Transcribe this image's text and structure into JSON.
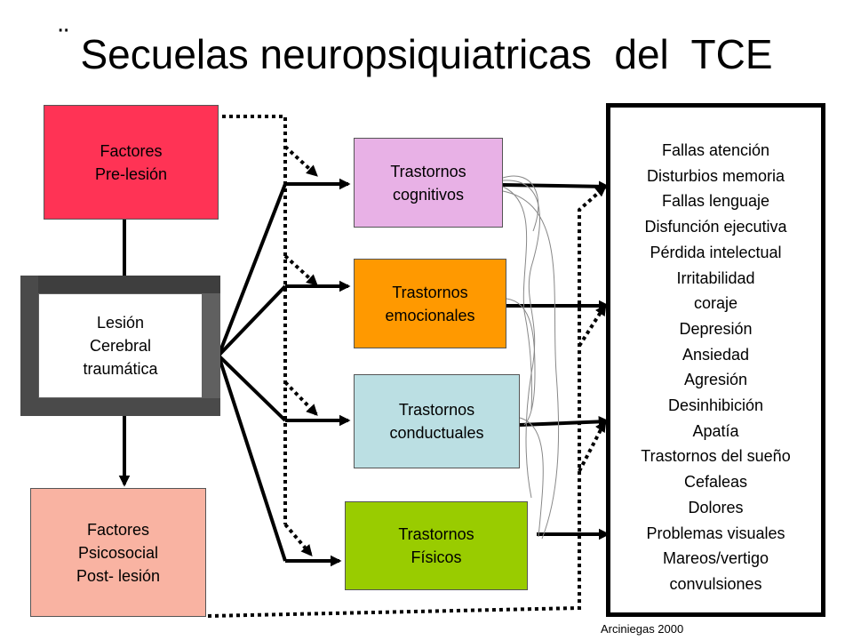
{
  "title": "Secuelas neuropsiquiatricas  del  TCE",
  "title_mark": "¨",
  "boxes": {
    "pre_lesion": "Factores\nPre-lesión",
    "lesion": "Lesión\nCerebral\ntraumática",
    "post_lesion": "Factores\nPsicosocial\nPost- lesión",
    "cognitive": "Trastornos\ncognitivos",
    "emotional": "Trastornos\nemocionales",
    "behavioral": "Trastornos\nconductuales",
    "physical": "Trastornos\nFísicos"
  },
  "symptoms": [
    "Fallas atención",
    "Disturbios memoria",
    "Fallas lenguaje",
    "Disfunción ejecutiva",
    "Pérdida intelectual",
    "Irritabilidad",
    "coraje",
    "Depresión",
    "Ansiedad",
    "Agresión",
    "Desinhibición",
    "Apatía",
    "Trastornos del sueño",
    "Cefaleas",
    "Dolores",
    "Problemas  visuales",
    "Mareos/vertigo",
    "convulsiones"
  ],
  "credit": "Arciniegas 2000",
  "colors": {
    "pre_lesion": "#ff3355",
    "post_lesion": "#f9b3a2",
    "cognitive": "#e8b1e6",
    "emotional": "#ff9900",
    "behavioral": "#bbdfe3",
    "physical": "#99cc00",
    "bevel": "#606060"
  }
}
